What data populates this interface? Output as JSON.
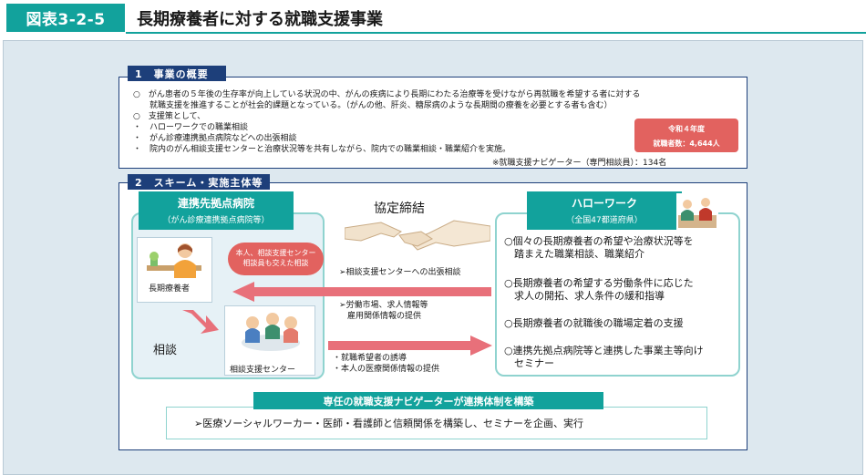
{
  "header": {
    "figure_number": "図表3-2-5",
    "title": "長期療養者に対する就職支援事業"
  },
  "colors": {
    "teal": "#12a29c",
    "navy": "#1d3f7a",
    "red": "#e2625f",
    "panel_bg": "#dde8ef"
  },
  "section1": {
    "tab": "1　事業の概要",
    "lines": [
      "○　がん患者の５年後の生存率が向上している状況の中、がんの疾病により長期にわたる治療等を受けながら再就職を希望する者に対する",
      "　　就職支援を推進することが社会的課題となっている。（がんの他、肝炎、糖尿病のような長期間の療養を必要とする者も含む）",
      "○　支援策として、",
      "・　ハローワークでの職業相談",
      "・　がん診療連携拠点病院などへの出張相談",
      "・　院内のがん相談支援センターと治療状況等を共有しながら、院内での職業相談・職業紹介を実施。"
    ],
    "navigator_note": "※就職支援ナビゲーター（専門相談員）：134名",
    "badge": {
      "line1": "令和４年度",
      "line2": "就職者数：4,644人"
    }
  },
  "section2": {
    "tab": "2　スキーム・実施主体等",
    "hospital": {
      "title": "連携先拠点病院",
      "subtitle": "（がん診療連携拠点病院等）",
      "patient_label": "長期療養者",
      "consult_label": "相談",
      "center_label": "相談支援センター",
      "bubble_line1": "本人、相談支援センター",
      "bubble_line2": "相談員も交えた相談"
    },
    "agreement": "協定締結",
    "middle": {
      "outreach": "➢相談支援センターへの出張相談",
      "info1": "➢労働市場、求人情報等",
      "info2": "　雇用関係情報の提供",
      "referral1": "・就職希望者の誘導",
      "referral2": "・本人の医療関係情報の提供"
    },
    "hellowork": {
      "title": "ハローワーク",
      "subtitle": "（全国47都道府県）",
      "items": [
        [
          "○個々の長期療養者の希望や治療状況等を",
          "　踏まえた職業相談、職業紹介"
        ],
        [
          "○長期療養者の希望する労働条件に応じた",
          "　求人の開拓、求人条件の緩和指導"
        ],
        [
          "○長期療養者の就職後の職場定着の支援"
        ],
        [
          "○連携先拠点病院等と連携した事業主等向け",
          "　セミナー"
        ]
      ]
    },
    "bottom": {
      "heading": "専任の就職支援ナビゲーターが連携体制を構築",
      "detail": "➢医療ソーシャルワーカー・医師・看護師と信頼関係を構築し、セミナーを企画、実行"
    }
  }
}
